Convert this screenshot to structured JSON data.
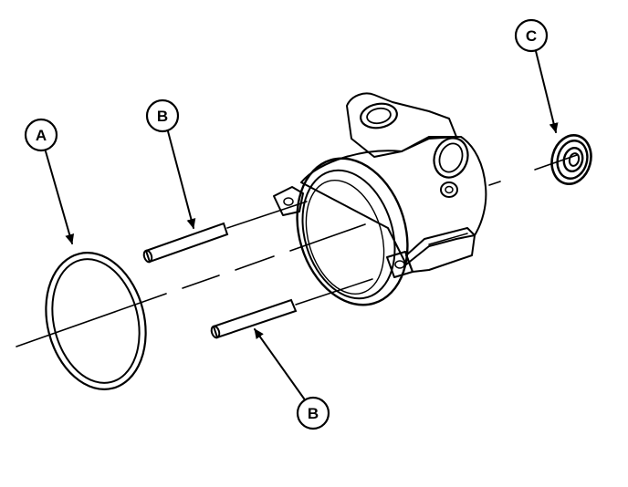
{
  "callouts": {
    "a": "A",
    "b_top": "B",
    "b_bottom": "B",
    "c": "C"
  },
  "parts": [
    {
      "callout": "A",
      "icon": "o-ring-seal-icon"
    },
    {
      "callout": "B",
      "icon": "dowel-pin-icon"
    },
    {
      "callout": "C",
      "icon": "shaft-seal-icon"
    }
  ],
  "colors": {
    "ink": "#000000",
    "paper": "#ffffff",
    "part_fill": "#ffffff"
  }
}
